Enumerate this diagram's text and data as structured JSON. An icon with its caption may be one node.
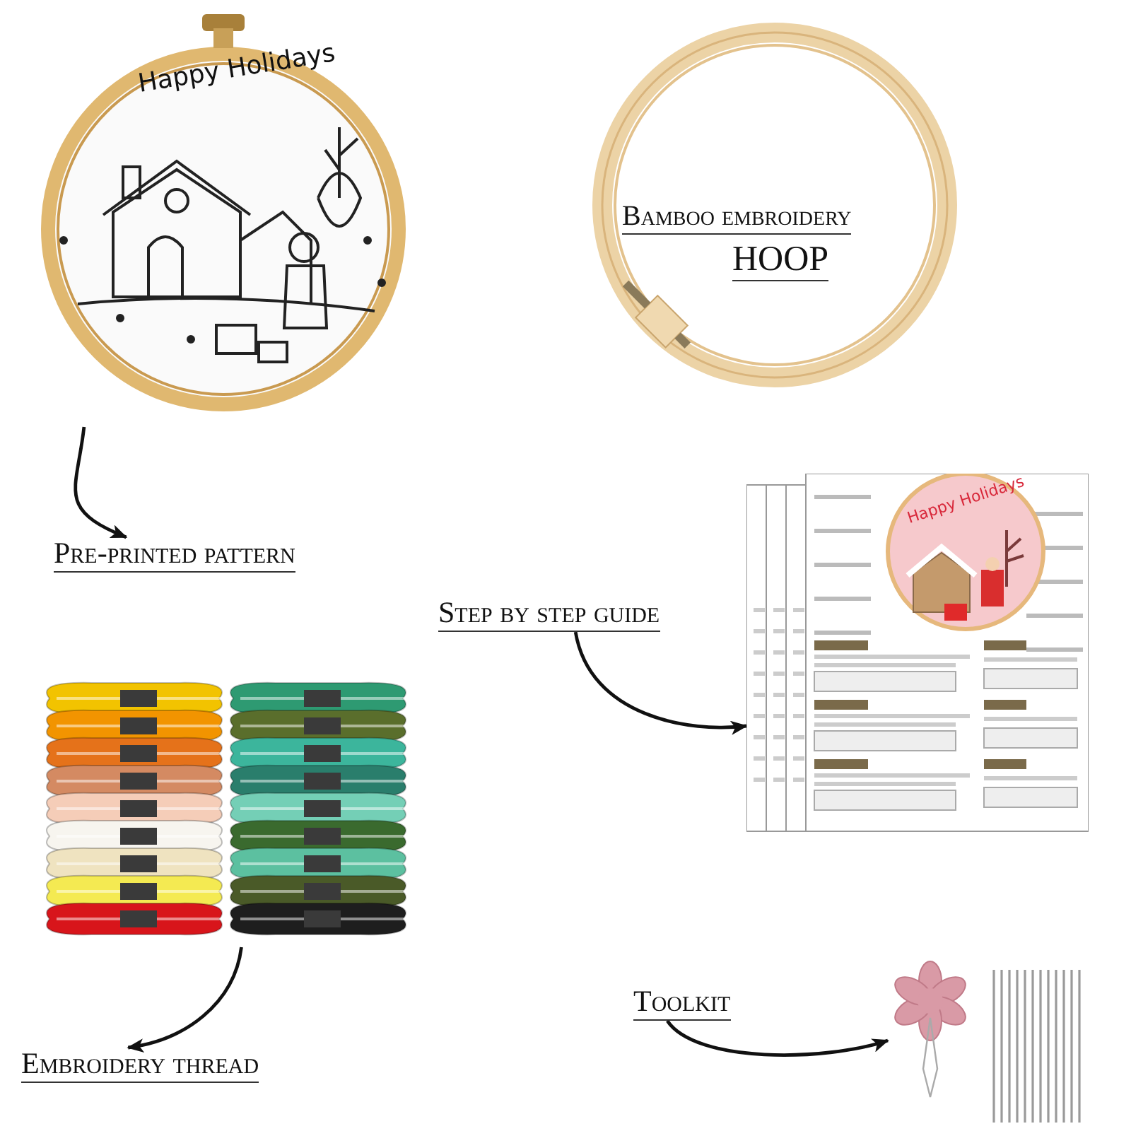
{
  "diagram": {
    "nodes": [
      {
        "text": [
          "Happy Holidays"
        ]
      },
      {
        "text": [
          "Bamboo embroidery",
          "HOOP"
        ]
      },
      {
        "text": [
          "Pre-printed pattern"
        ]
      },
      {
        "text": [
          "Step by step guide"
        ]
      },
      {
        "text": [
          "Happy Holidays"
        ]
      },
      {
        "text": [],
        "shape": "picture"
      },
      {
        "text": [
          "Embroidery thread"
        ]
      },
      {
        "text": [
          "Toolkit"
        ]
      },
      {
        "text": [],
        "shape": "picture"
      }
    ],
    "edges": [
      {
        "from": 0,
        "to": 2,
        "arrow": "to"
      },
      {
        "from": 3,
        "to": 4,
        "arrow": "to"
      },
      {
        "from": 5,
        "to": 6,
        "arrow": "to"
      },
      {
        "from": 7,
        "to": 8,
        "arrow": "to"
      }
    ]
  }
}
